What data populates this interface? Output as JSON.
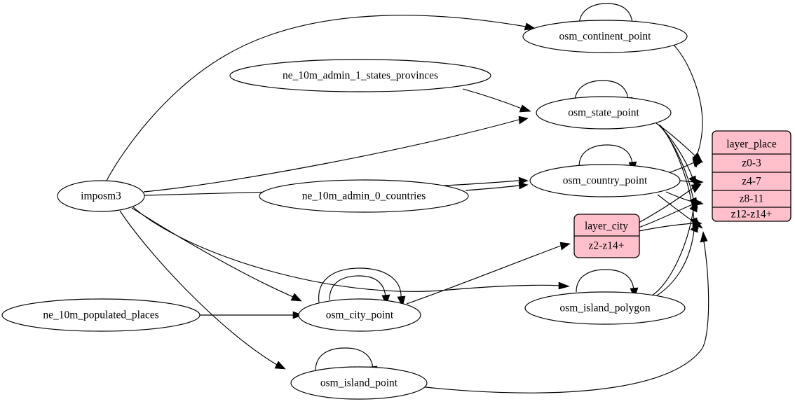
{
  "diagram": {
    "type": "directed-graph",
    "title": "",
    "background_color": "#ffffff",
    "edge_color": "#000000",
    "node_fill": "#ffffff",
    "record_fill": "#ffc0cb",
    "node_stroke": "#000000"
  },
  "nodes": {
    "imposm3": {
      "label": "imposm3",
      "shape": "ellipse"
    },
    "ne_states": {
      "label": "ne_10m_admin_1_states_provinces",
      "shape": "ellipse"
    },
    "ne_countries": {
      "label": "ne_10m_admin_0_countries",
      "shape": "ellipse"
    },
    "ne_populated": {
      "label": "ne_10m_populated_places",
      "shape": "ellipse"
    },
    "osm_continent_point": {
      "label": "osm_continent_point",
      "shape": "ellipse"
    },
    "osm_state_point": {
      "label": "osm_state_point",
      "shape": "ellipse"
    },
    "osm_country_point": {
      "label": "osm_country_point",
      "shape": "ellipse"
    },
    "osm_city_point": {
      "label": "osm_city_point",
      "shape": "ellipse"
    },
    "osm_island_point": {
      "label": "osm_island_point",
      "shape": "ellipse"
    },
    "osm_island_polygon": {
      "label": "osm_island_polygon",
      "shape": "ellipse"
    }
  },
  "records": {
    "layer_place": {
      "title": "layer_place",
      "rows": [
        "z0-3",
        "z4-7",
        "z8-11",
        "z12-z14+"
      ],
      "fill": "#ffc0cb"
    },
    "layer_city": {
      "title": "layer_city",
      "rows": [
        "z2-z14+"
      ],
      "fill": "#ffc0cb"
    }
  },
  "edges": [
    {
      "from": "imposm3",
      "to": "osm_continent_point"
    },
    {
      "from": "imposm3",
      "to": "osm_state_point"
    },
    {
      "from": "imposm3",
      "to": "osm_country_point"
    },
    {
      "from": "imposm3",
      "to": "osm_city_point"
    },
    {
      "from": "imposm3",
      "to": "osm_island_point"
    },
    {
      "from": "imposm3",
      "to": "osm_island_polygon"
    },
    {
      "from": "ne_10m_admin_1_states_provinces",
      "to": "osm_state_point"
    },
    {
      "from": "ne_10m_admin_0_countries",
      "to": "osm_country_point"
    },
    {
      "from": "ne_10m_populated_places",
      "to": "osm_city_point"
    },
    {
      "from": "osm_continent_point",
      "to": "osm_continent_point"
    },
    {
      "from": "osm_state_point",
      "to": "osm_state_point"
    },
    {
      "from": "osm_country_point",
      "to": "osm_country_point"
    },
    {
      "from": "osm_city_point",
      "to": "osm_city_point"
    },
    {
      "from": "osm_island_point",
      "to": "osm_island_point"
    },
    {
      "from": "osm_island_polygon",
      "to": "osm_island_polygon"
    },
    {
      "from": "osm_continent_point",
      "to": "layer_place.z0-3"
    },
    {
      "from": "osm_state_point",
      "to": "layer_place.z0-3"
    },
    {
      "from": "osm_state_point",
      "to": "layer_place.z4-7"
    },
    {
      "from": "osm_state_point",
      "to": "layer_place.z8-11"
    },
    {
      "from": "osm_state_point",
      "to": "layer_place.z12-z14+"
    },
    {
      "from": "osm_country_point",
      "to": "layer_place.z0-3"
    },
    {
      "from": "osm_country_point",
      "to": "layer_place.z4-7"
    },
    {
      "from": "osm_country_point",
      "to": "layer_place.z8-11"
    },
    {
      "from": "osm_country_point",
      "to": "layer_place.z12-z14+"
    },
    {
      "from": "layer_city",
      "to": "layer_place.z4-7"
    },
    {
      "from": "layer_city",
      "to": "layer_place.z8-11"
    },
    {
      "from": "layer_city",
      "to": "layer_place.z12-z14+"
    },
    {
      "from": "osm_island_polygon",
      "to": "layer_place.z8-11"
    },
    {
      "from": "osm_island_polygon",
      "to": "layer_place.z12-z14+"
    },
    {
      "from": "osm_island_point",
      "to": "layer_place.z12-z14+"
    },
    {
      "from": "osm_city_point",
      "to": "layer_city.z2-z14+"
    }
  ]
}
